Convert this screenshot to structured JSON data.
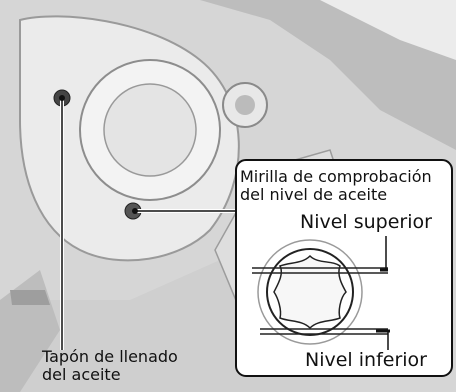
{
  "callouts": {
    "oil_window_line1": "Mirilla de comprobación",
    "oil_window_line2": "del nivel de aceite",
    "upper_level": "Nivel superior",
    "lower_level": "Nivel inferior",
    "fill_cap_line1": "Tapón de llenado",
    "fill_cap_line2": "del aceite"
  },
  "colors": {
    "frame": "#111111",
    "engine_shade": "#c9c9c9",
    "engine_light": "#ededed",
    "inset_background": "#ffffff"
  }
}
